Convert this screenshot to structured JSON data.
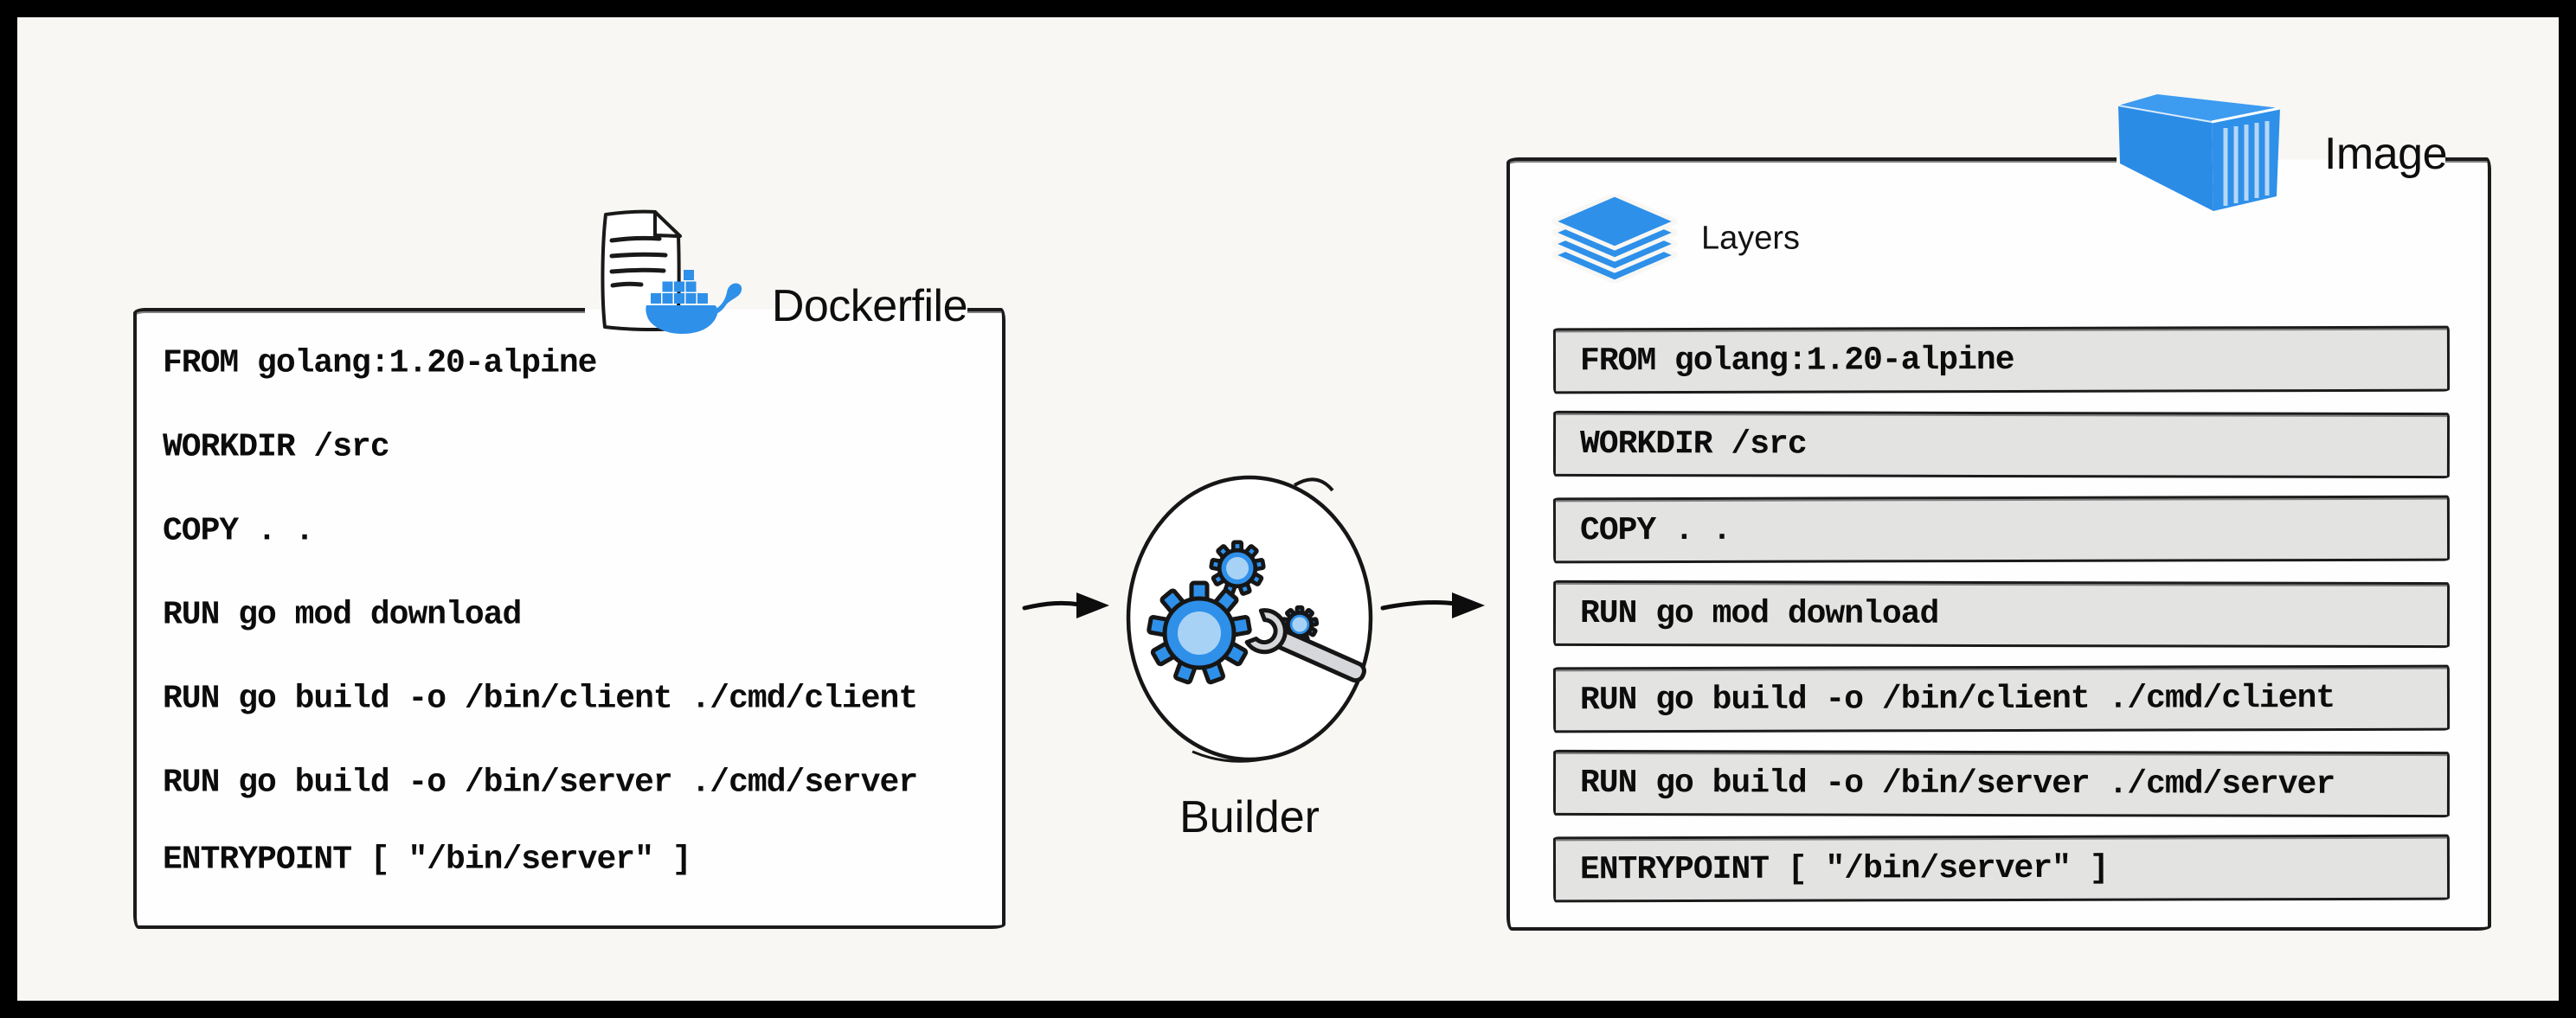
{
  "dockerfile": {
    "title": "Dockerfile",
    "instructions": [
      "FROM golang:1.20-alpine",
      "WORKDIR /src",
      "COPY . .",
      "RUN go mod download",
      "RUN go build -o /bin/client ./cmd/client",
      "RUN go build -o /bin/server ./cmd/server",
      "ENTRYPOINT [ \"/bin/server\" ]"
    ]
  },
  "builder": {
    "label": "Builder"
  },
  "image": {
    "title": "Image",
    "layers_label": "Layers",
    "layers": [
      "FROM golang:1.20-alpine",
      "WORKDIR /src",
      "COPY . .",
      "RUN go mod download",
      "RUN go build -o /bin/client ./cmd/client",
      "RUN go build -o /bin/server ./cmd/server",
      "ENTRYPOINT [ \"/bin/server\" ]"
    ]
  },
  "icons": {
    "dockerfile_icon": "document-with-docker-whale",
    "builder_icon": "gears-and-wrench",
    "image_icon": "shipping-container",
    "layers_icon": "stacked-layers",
    "flow_icons": [
      "arrow-right",
      "arrow-right"
    ]
  },
  "colors": {
    "canvas_bg": "#f8f7f4",
    "frame": "#000000",
    "ink": "#1b1b1b",
    "docker_blue": "#2e90e9",
    "light_blue": "#a8d2f5",
    "stripe_blue": "#b5d7f6",
    "row_gray": "#e3e3e2",
    "wrench_gray": "#d5d7da"
  }
}
